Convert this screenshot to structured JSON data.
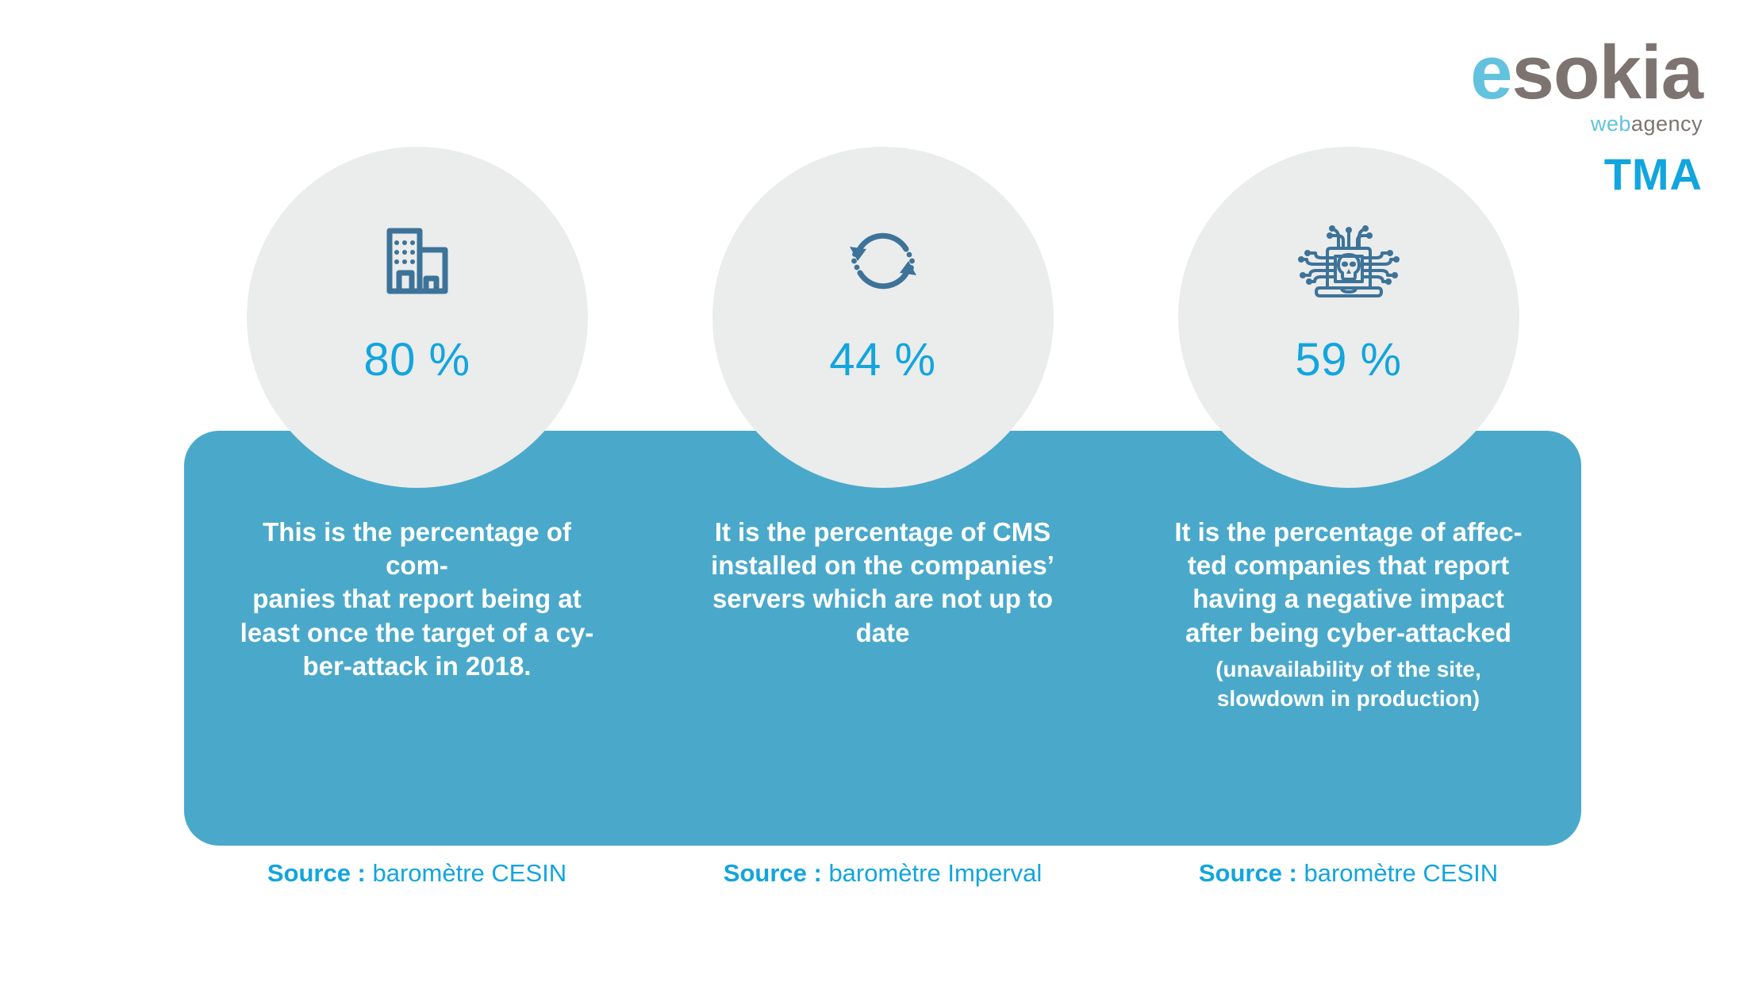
{
  "brand": {
    "logo_first": "e",
    "logo_rest": "sokia",
    "tagline_first": "web",
    "tagline_rest": "agency",
    "service_tag": "TMA",
    "accent_color": "#12a5de",
    "logo_blue": "#63c2dd",
    "logo_gray": "#7d7370"
  },
  "panel": {
    "background_color": "#4aa9ca",
    "circle_color": "#ebecec",
    "icon_color": "#3d7399"
  },
  "stats": [
    {
      "icon": "office-building-icon",
      "percent": "80 %",
      "description": "This is the percentage of com-\npanies that report being at\nleast once the target of a cy-\nber-attack in 2018.",
      "note": "",
      "source_label": "Source :",
      "source_value": "baromètre CESIN"
    },
    {
      "icon": "refresh-cycle-icon",
      "percent": "44 %",
      "description": "It is the percentage of CMS\ninstalled on the companies’\nservers which are not up to\ndate",
      "note": "",
      "source_label": "Source :",
      "source_value": "baromètre Imperval"
    },
    {
      "icon": "laptop-skull-malware-icon",
      "percent": "59 %",
      "description": "It is the percentage of affec-\nted companies that report\nhaving a negative impact\nafter being cyber-attacked",
      "note": "(unavailability of the site,\nslowdown in production)",
      "source_label": "Source :",
      "source_value": "baromètre CESIN"
    }
  ]
}
